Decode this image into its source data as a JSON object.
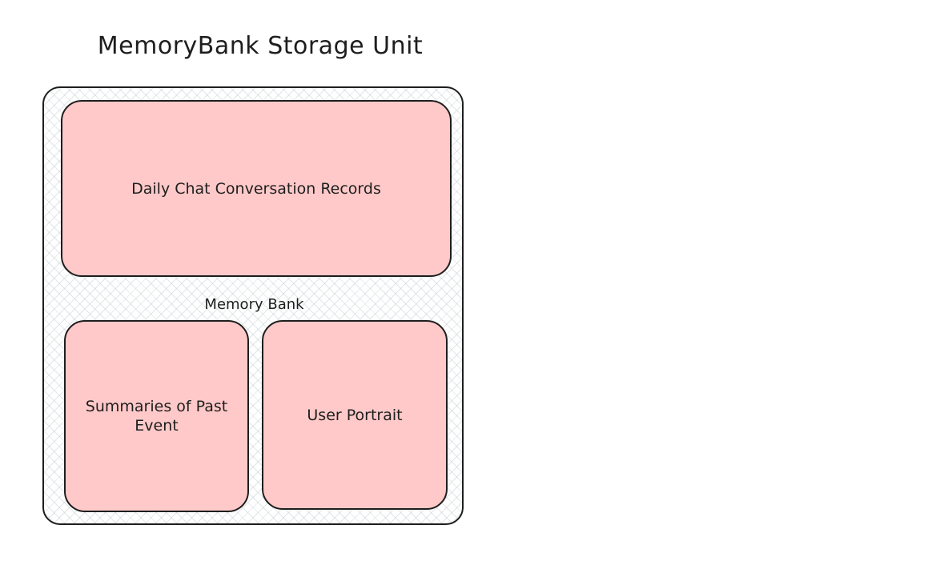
{
  "diagram": {
    "title": "MemoryBank Storage Unit",
    "container": {
      "label": "Memory Bank",
      "fill": "hachure",
      "stroke_color": "#1e1e1e"
    },
    "nodes": [
      {
        "id": "daily-chat",
        "label": "Daily Chat Conversation Records",
        "fill_color": "#ffc9c9"
      },
      {
        "id": "summaries",
        "label": "Summaries of Past Event",
        "fill_color": "#ffc9c9"
      },
      {
        "id": "user-portrait",
        "label": "User Portrait",
        "fill_color": "#ffc9c9"
      }
    ]
  }
}
